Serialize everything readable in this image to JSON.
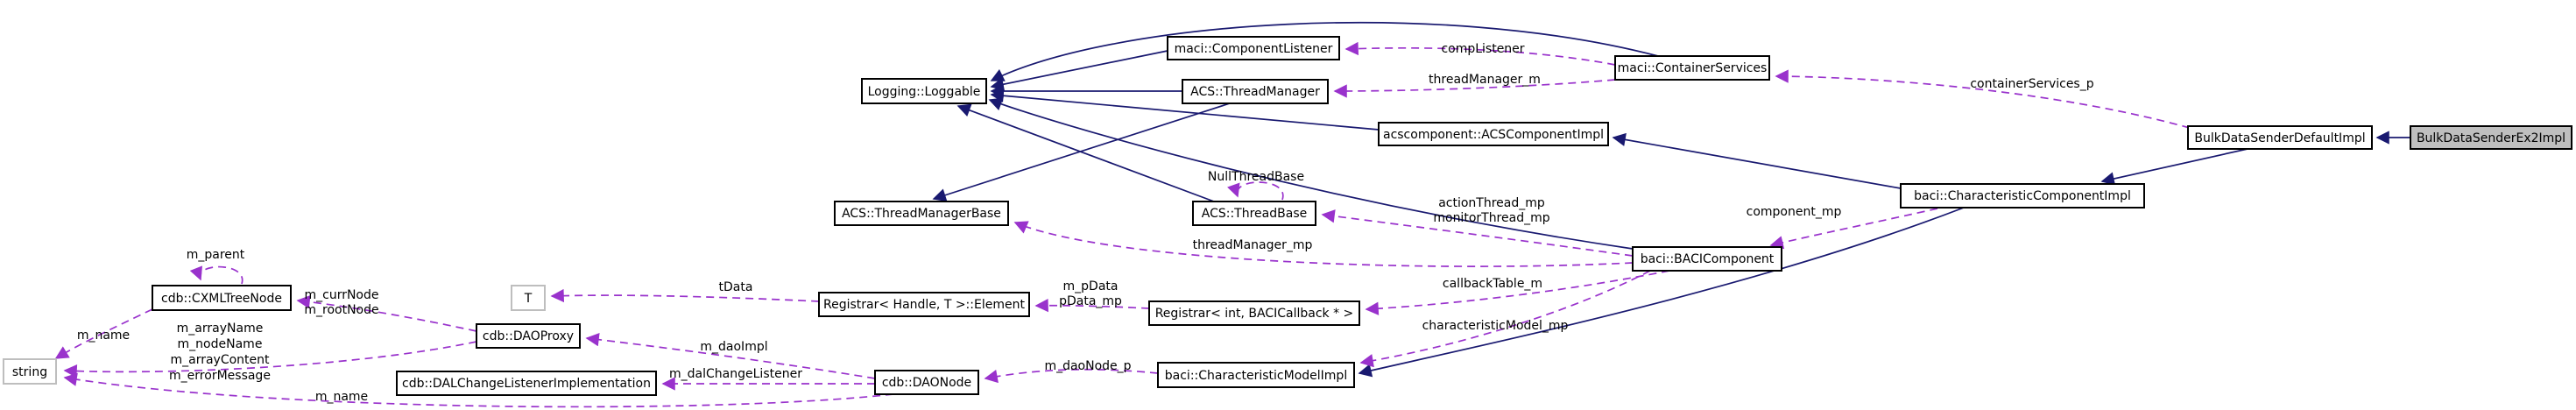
{
  "diagram": {
    "kind": "collaboration-graph",
    "colors": {
      "background": "#ffffff",
      "inheritance_edge": "#191970",
      "usage_edge": "#9932cc",
      "node_border": "#000000",
      "node_fill": "#ffffff",
      "highlighted_node_fill": "#bfbfbf",
      "undocumented_node_border": "#bebebe"
    }
  },
  "nodes": [
    {
      "id": "component-listener",
      "label": "maci::ComponentListener"
    },
    {
      "id": "container-services",
      "label": "maci::ContainerServices"
    },
    {
      "id": "loggable",
      "label": "Logging::Loggable"
    },
    {
      "id": "thread-manager",
      "label": "ACS::ThreadManager"
    },
    {
      "id": "acs-component-impl",
      "label": "acscomponent::ACSComponentImpl"
    },
    {
      "id": "bulk-data-sender-default-impl",
      "label": "BulkDataSenderDefaultImpl"
    },
    {
      "id": "bulk-data-sender-ex2-impl",
      "label": "BulkDataSenderEx2Impl"
    },
    {
      "id": "characteristic-component-impl",
      "label": "baci::CharacteristicComponentImpl"
    },
    {
      "id": "thread-manager-base",
      "label": "ACS::ThreadManagerBase"
    },
    {
      "id": "thread-base",
      "label": "ACS::ThreadBase"
    },
    {
      "id": "baci-component",
      "label": "baci::BACIComponent"
    },
    {
      "id": "cxml-tree-node",
      "label": "cdb::CXMLTreeNode"
    },
    {
      "id": "t-param",
      "label": "T"
    },
    {
      "id": "registrar-element",
      "label": "Registrar< Handle, T >::Element"
    },
    {
      "id": "registrar-bacicallback",
      "label": "Registrar< int, BACICallback * >"
    },
    {
      "id": "dao-proxy",
      "label": "cdb::DAOProxy"
    },
    {
      "id": "string",
      "label": "string"
    },
    {
      "id": "dal-change-listener-implementation",
      "label": "cdb::DALChangeListenerImplementation"
    },
    {
      "id": "dao-node",
      "label": "cdb::DAONode"
    },
    {
      "id": "characteristic-model-impl",
      "label": "baci::CharacteristicModelImpl"
    }
  ],
  "edges": [
    {
      "from": "BulkDataSenderEx2Impl",
      "to": "BulkDataSenderDefaultImpl",
      "type": "inheritance"
    },
    {
      "from": "BulkDataSenderDefaultImpl",
      "to": "baci::CharacteristicComponentImpl",
      "type": "inheritance"
    },
    {
      "from": "baci::CharacteristicComponentImpl",
      "to": "acscomponent::ACSComponentImpl",
      "type": "inheritance"
    },
    {
      "from": "baci::CharacteristicComponentImpl",
      "to": "baci::CharacteristicModelImpl",
      "type": "inheritance"
    },
    {
      "from": "acscomponent::ACSComponentImpl",
      "to": "Logging::Loggable",
      "type": "inheritance"
    },
    {
      "from": "maci::ComponentListener",
      "to": "Logging::Loggable",
      "type": "inheritance"
    },
    {
      "from": "ACS::ThreadManager",
      "to": "Logging::Loggable",
      "type": "inheritance"
    },
    {
      "from": "ACS::ThreadBase",
      "to": "Logging::Loggable",
      "type": "inheritance"
    },
    {
      "from": "maci::ContainerServices",
      "to": "Logging::Loggable",
      "type": "inheritance"
    },
    {
      "from": "baci::BACIComponent",
      "to": "Logging::Loggable",
      "type": "inheritance"
    },
    {
      "from": "ACS::ThreadManager",
      "to": "ACS::ThreadManagerBase",
      "type": "inheritance"
    },
    {
      "from": "BulkDataSenderDefaultImpl",
      "to": "maci::ContainerServices",
      "type": "usage",
      "label_lines": [
        "containerServices_p"
      ]
    },
    {
      "from": "maci::ContainerServices",
      "to": "maci::ComponentListener",
      "type": "usage",
      "label_lines": [
        "compListener"
      ]
    },
    {
      "from": "maci::ContainerServices",
      "to": "ACS::ThreadManager",
      "type": "usage",
      "label_lines": [
        "threadManager_m"
      ]
    },
    {
      "from": "ACS::ThreadBase",
      "to": "ACS::ThreadBase",
      "type": "usage",
      "label_lines": [
        "NullThreadBase"
      ]
    },
    {
      "from": "baci::BACIComponent",
      "to": "ACS::ThreadBase",
      "type": "usage",
      "label_lines": [
        "actionThread_mp",
        "monitorThread_mp"
      ]
    },
    {
      "from": "baci::BACIComponent",
      "to": "ACS::ThreadManagerBase",
      "type": "usage",
      "label_lines": [
        "threadManager_mp"
      ]
    },
    {
      "from": "baci::CharacteristicComponentImpl",
      "to": "baci::BACIComponent",
      "type": "usage",
      "label_lines": [
        "component_mp"
      ]
    },
    {
      "from": "baci::BACIComponent",
      "to": "Registrar< int, BACICallback * >",
      "type": "usage",
      "label_lines": [
        "callbackTable_m"
      ]
    },
    {
      "from": "baci::BACIComponent",
      "to": "baci::CharacteristicModelImpl",
      "type": "usage",
      "label_lines": [
        "characteristicModel_mp"
      ]
    },
    {
      "from": "Registrar< int, BACICallback * >",
      "to": "Registrar< Handle, T >::Element",
      "type": "usage",
      "label_lines": [
        "m_pData",
        "pData_mp"
      ]
    },
    {
      "from": "Registrar< Handle, T >::Element",
      "to": "T",
      "type": "usage",
      "label_lines": [
        "tData"
      ]
    },
    {
      "from": "baci::CharacteristicModelImpl",
      "to": "cdb::DAONode",
      "type": "usage",
      "label_lines": [
        "m_daoNode_p"
      ]
    },
    {
      "from": "cdb::DAONode",
      "to": "cdb::DAOProxy",
      "type": "usage",
      "label_lines": [
        "m_daoImpl"
      ]
    },
    {
      "from": "cdb::DAONode",
      "to": "cdb::DALChangeListenerImplementation",
      "type": "usage",
      "label_lines": [
        "m_dalChangeListener"
      ]
    },
    {
      "from": "cdb::DAOProxy",
      "to": "cdb::CXMLTreeNode",
      "type": "usage",
      "label_lines": [
        "m_currNode",
        "m_rootNode"
      ]
    },
    {
      "from": "cdb::CXMLTreeNode",
      "to": "cdb::CXMLTreeNode",
      "type": "usage",
      "label_lines": [
        "m_parent"
      ]
    },
    {
      "from": "cdb::CXMLTreeNode",
      "to": "string",
      "type": "usage",
      "label_lines": [
        "m_name"
      ]
    },
    {
      "from": "cdb::DAOProxy",
      "to": "string",
      "type": "usage",
      "label_lines": [
        "m_arrayName",
        "m_nodeName",
        "m_arrayContent",
        "m_errorMessage"
      ]
    },
    {
      "from": "cdb::DAONode",
      "to": "string",
      "type": "usage",
      "label_lines": [
        "m_name"
      ]
    }
  ]
}
